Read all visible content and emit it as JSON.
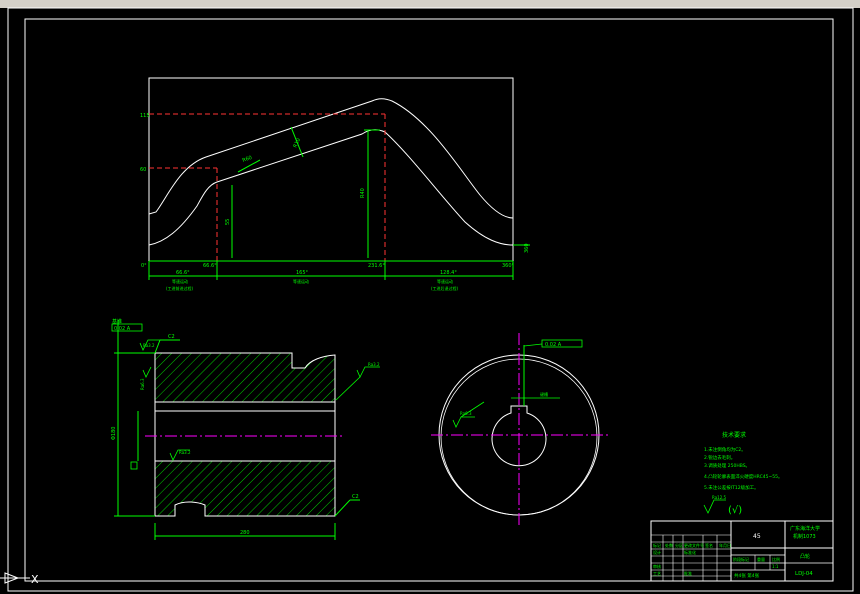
{
  "colors": {
    "background": "#000000",
    "outline": "#ffffff",
    "dimension": "#00ff00",
    "hidden": "#ff3333",
    "center": "#ff00ff"
  },
  "cam_chart": {
    "y_ticks": [
      "115",
      "60"
    ],
    "x_ticks": [
      "0°",
      "66.6°",
      "231.6°",
      "360°"
    ],
    "segments": [
      "66.6°",
      "165°",
      "128.4°"
    ],
    "segment_labels": [
      "等速运动",
      "等速运动",
      "等速运动"
    ],
    "segment_sublabels": [
      "(工进前进过程)",
      "",
      "(工进后退过程)"
    ],
    "slope_label": "R60",
    "thickness_label": "R10",
    "lift_left": "55",
    "lift_right": "R40",
    "end_marker": "360"
  },
  "section_view": {
    "datum_label": "基准",
    "frame_label": "0.02 A",
    "height_dim": "Φ180",
    "length_dim": "280",
    "chamfer_top": "C2",
    "chamfer_bottom": "C2",
    "roughness_labels": [
      "Ra3.2",
      "Ra3.2",
      "Ra6.3",
      "Ra3.2"
    ]
  },
  "end_view": {
    "tolerance_frame": "0.02 A",
    "keyway_label": "键槽",
    "roughness_label": "Ra6.3"
  },
  "tech_notes": {
    "title": "技术要求",
    "lines": [
      "1.未注倒角均为C2。",
      "2.锐边去毛刺。",
      "3.调质处理 250HBS。",
      "4.凸轮轮廓表面淬火硬度HRC45~55。",
      "5.未注公差按IT12级加工。"
    ]
  },
  "roughness_symbol": "(√)",
  "roughness_value": "Ra12.5",
  "title_block": {
    "material": "45",
    "school": "广东海洋大学",
    "class": "机制1073",
    "part_name": "凸轮",
    "scale": "1:1",
    "drawing_no": "LDJ-04",
    "sheet_info": "共4张 第4张",
    "header_cells": [
      "标记",
      "处数",
      "分区",
      "更改文件号",
      "签名",
      "年月日"
    ],
    "row_labels": [
      "设计",
      "审核",
      "工艺",
      "批准"
    ],
    "mid_labels": [
      "阶段标记",
      "重量",
      "比例"
    ],
    "standard_label": "标准化"
  },
  "coordinate_icon": "X"
}
